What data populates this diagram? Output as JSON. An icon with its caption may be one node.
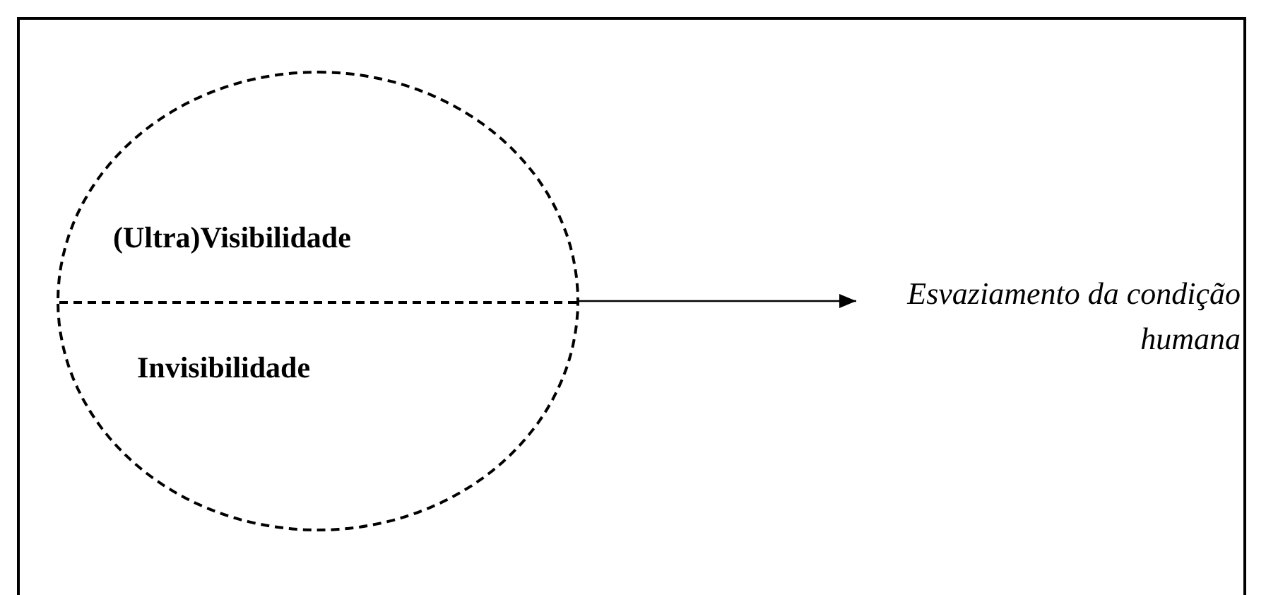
{
  "diagram": {
    "nodes": [
      {
        "text": [
          "(Ultra)Visibilidade",
          "Invisibilidade"
        ]
      },
      {
        "text": [
          "Esvaziamento da condição humana"
        ]
      }
    ],
    "edges": [
      {
        "from": 0,
        "to": 1,
        "arrow": "to"
      }
    ]
  }
}
